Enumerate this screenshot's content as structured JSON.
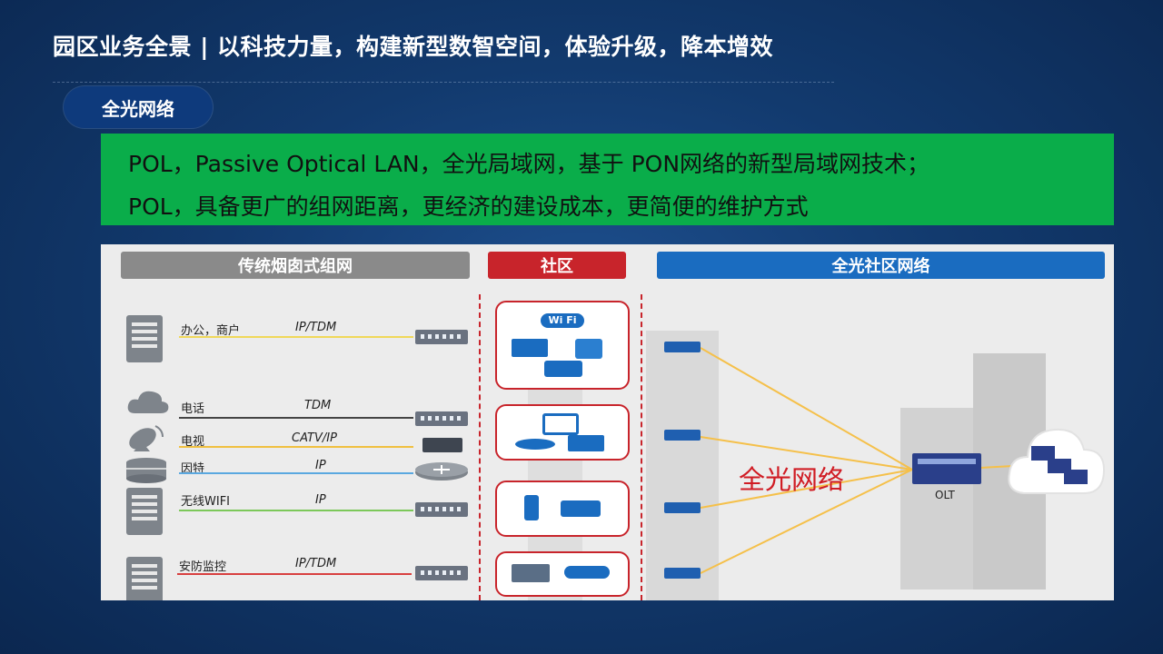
{
  "title": "园区业务全景 | 以科技力量，构建新型数智空间，体验升级，降本增效",
  "tag": "全光网络",
  "intro": {
    "line1": "POL，Passive Optical LAN，全光局域网，基于 PON网络的新型局域网技术；",
    "line2": "POL，具备更广的组网距离，更经济的建设成本，更简便的维护方式"
  },
  "diagram": {
    "headers": {
      "traditional": "传统烟囱式组网",
      "community": "社区",
      "allOptical": "全光社区网络"
    },
    "services": [
      {
        "label": "办公，商户",
        "protocol": "IP/TDM"
      },
      {
        "label": "电话",
        "protocol": "TDM"
      },
      {
        "label": "电视",
        "protocol": "CATV/IP"
      },
      {
        "label": "因特",
        "protocol": "IP"
      },
      {
        "label": "无线WIFI",
        "protocol": "IP"
      },
      {
        "label": "安防监控",
        "protocol": "IP/TDM"
      }
    ],
    "wifi_badge": "Wi Fi",
    "network_label": "全光网络",
    "olt_label": "OLT"
  },
  "colors": {
    "green_band": "#0aad4a",
    "header_gray": "#8a8a8a",
    "header_red": "#c8242b",
    "header_blue": "#1a6cc0",
    "fiber": "#f5c04a",
    "accent_red": "#d01c24"
  },
  "icons": [
    "server-icon",
    "cloud-icon",
    "satellite-dish-icon",
    "database-icon",
    "switch-icon",
    "router-icon",
    "wifi-icon",
    "printer-icon",
    "tv-icon",
    "phone-icon",
    "camera-icon",
    "olt-icon",
    "cloud-servers-icon"
  ]
}
